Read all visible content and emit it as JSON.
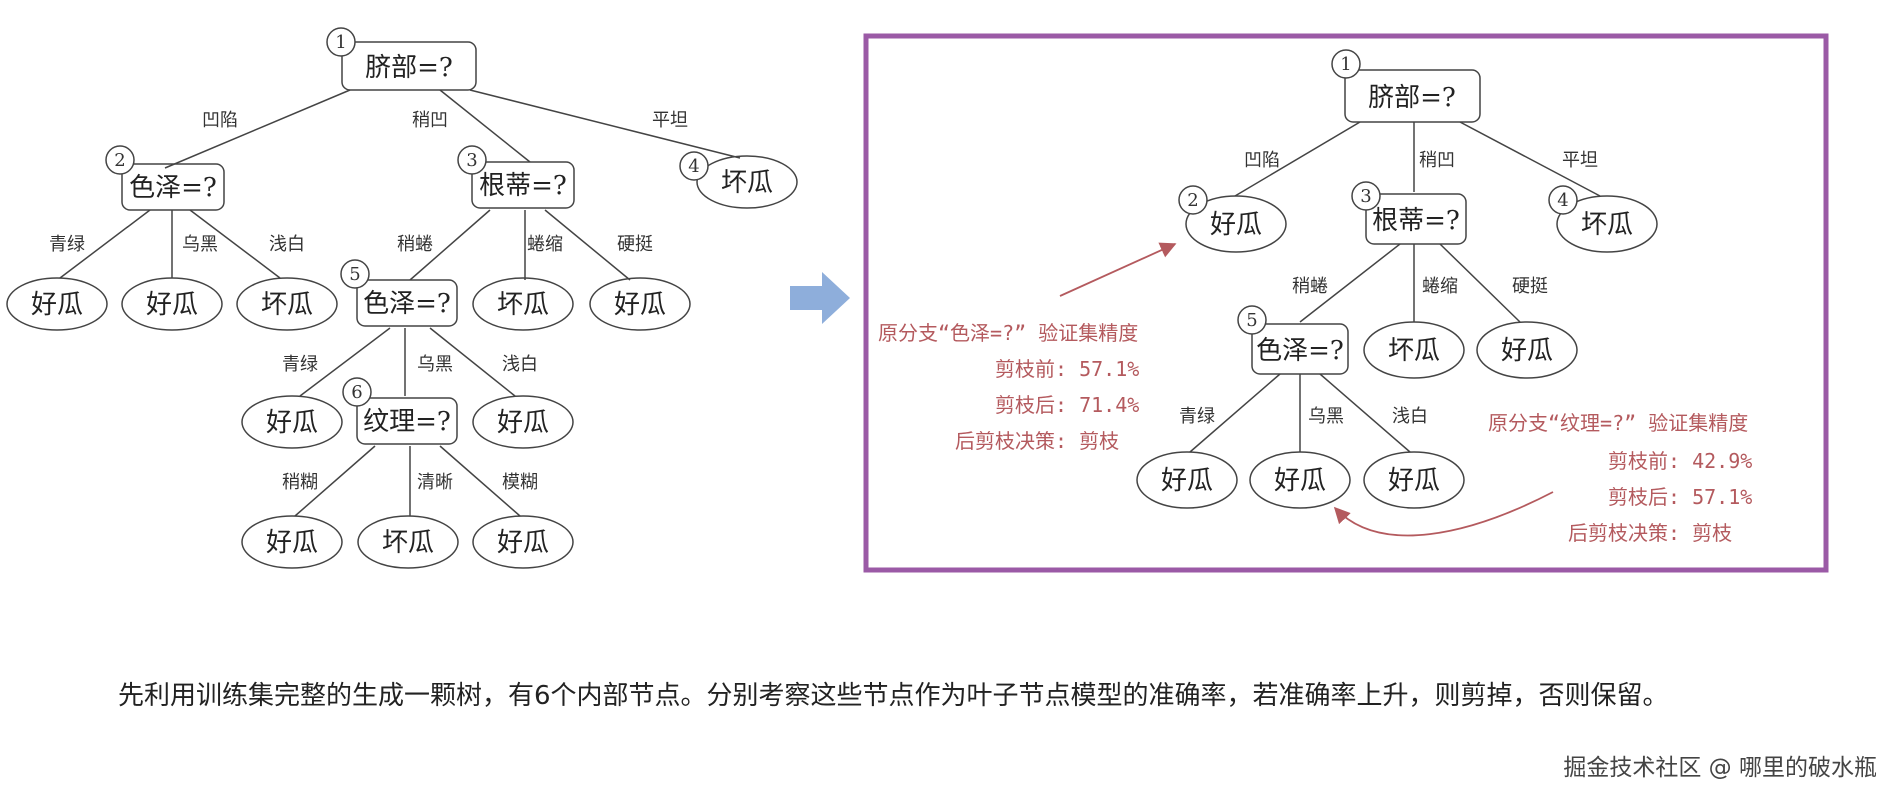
{
  "labels": {
    "q_navel": "脐部=?",
    "q_color": "色泽=?",
    "q_root": "根蒂=?",
    "q_texture": "纹理=?",
    "good": "好瓜",
    "bad": "坏瓜",
    "n1": "1",
    "n2": "2",
    "n3": "3",
    "n4": "4",
    "n5": "5",
    "n6": "6",
    "e_sunken": "凹陷",
    "e_slightly_sunken": "稍凹",
    "e_flat": "平坦",
    "e_green": "青绿",
    "e_black": "乌黑",
    "e_pale": "浅白",
    "e_slightly_curled": "稍蜷",
    "e_curled": "蜷缩",
    "e_stiff": "硬挺",
    "e_slightly_blurry": "稍糊",
    "e_clear": "清晰",
    "e_blurry": "模糊"
  },
  "annotations": {
    "color_branch": {
      "title": "原分支“色泽=?” 验证集精度",
      "before": "剪枝前: 57.1%",
      "after": "剪枝后: 71.4%",
      "decision": "后剪枝决策: 剪枝"
    },
    "texture_branch": {
      "title": "原分支“纹理=?” 验证集精度",
      "before": "剪枝前: 42.9%",
      "after": "剪枝后: 57.1%",
      "decision": "后剪枝决策: 剪枝"
    }
  },
  "caption": "先利用训练集完整的生成一颗树，有6个内部节点。分别考察这些节点作为叶子节点模型的准确率，若准确率上升，则剪掉，否则保留。",
  "watermark": "掘金技术社区 @ 哪里的破水瓶",
  "colors": {
    "frame": "#9b5aa6",
    "arrow": "#8eaedb",
    "annotation": "#b45a5e",
    "stroke": "#444444"
  }
}
